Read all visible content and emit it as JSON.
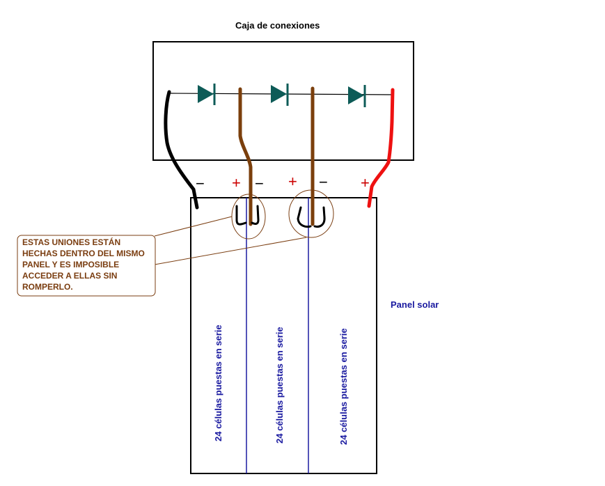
{
  "junction_box_title": "Caja de conexiones",
  "panel_label": "Panel solar",
  "cell_string_label": "24 células puestas en serie",
  "note_lines": [
    "ESTAS UNIONES ESTÁN",
    "HECHAS DENTRO DEL MISMO",
    "PANEL Y ES IMPOSIBLE",
    "ACCEDER A ELLAS SIN",
    "ROMPERLO."
  ],
  "signs": {
    "minus": "−",
    "plus": "+"
  },
  "colors": {
    "diode": "#0d5b57",
    "wire_brown": "#7b3f0c",
    "wire_red": "#ee1111",
    "wire_black": "#000000",
    "divider_blue": "#1a1aa0",
    "note_border": "#7a3d10"
  }
}
